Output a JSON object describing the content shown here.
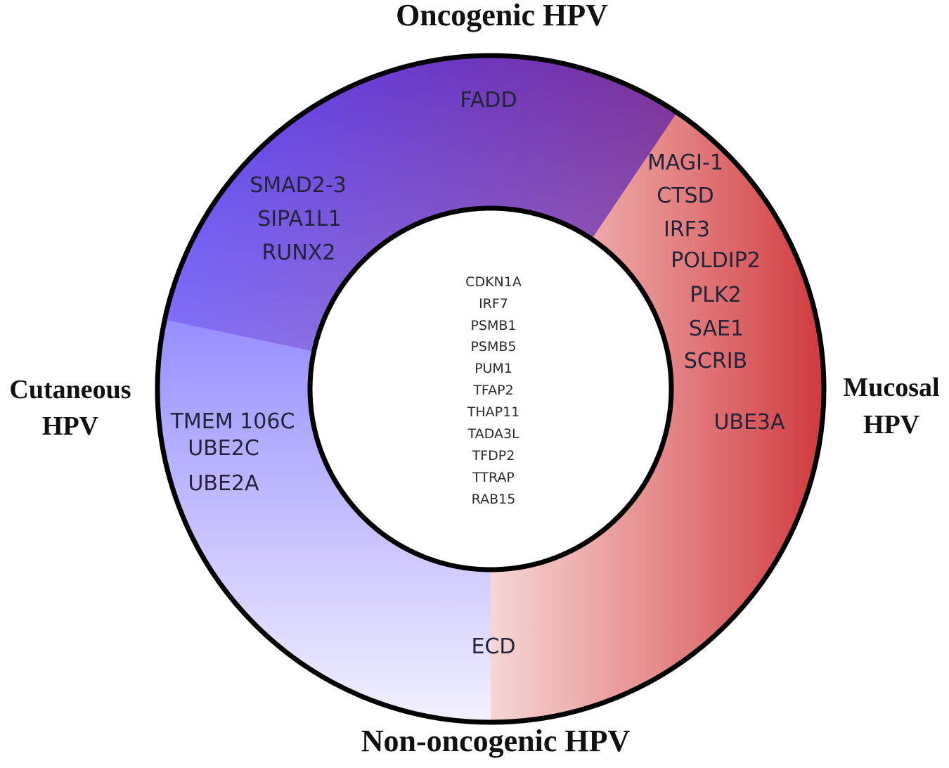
{
  "labels": {
    "top": "Oncogenic HPV",
    "bottom": "Non-oncogenic HPV",
    "left_line1": "Cutaneous",
    "left_line2": "HPV",
    "right_line1": "Mucosal",
    "right_line2": "HPV"
  },
  "colors": {
    "oncogenic_cutaneous": "#5c45f5",
    "oncogenic_mucosal": "#7a2e98",
    "mucosal": "#d23a3f",
    "mucosal_light": "#f4cfcf",
    "cutaneous": "#7b72ff",
    "cutaneous_light": "#f1efff",
    "outline": "#000000"
  },
  "segments": {
    "oncogenic": {
      "genes": [
        "FADD"
      ]
    },
    "oncogenic_cutaneous": {
      "genes": [
        "SMAD2-3",
        "SIPA1L1",
        "RUNX2"
      ]
    },
    "cutaneous": {
      "genes": [
        "TMEM 106C",
        "UBE2C",
        "UBE2A"
      ]
    },
    "mucosal": {
      "genes": [
        "MAGI-1",
        "CTSD",
        "IRF3",
        "POLDIP2",
        "PLK2",
        "SAE1",
        "SCRIB"
      ]
    },
    "mucosal_extra": {
      "genes": [
        "UBE3A"
      ]
    },
    "non_oncogenic": {
      "genes": [
        "ECD"
      ]
    }
  },
  "core": {
    "genes": [
      "CDKN1A",
      "IRF7",
      "PSMB1",
      "PSMB5",
      "PUM1",
      "TFAP2",
      "THAP11",
      "TADA3L",
      "TFDP2",
      "TTRAP",
      "RAB15"
    ]
  }
}
